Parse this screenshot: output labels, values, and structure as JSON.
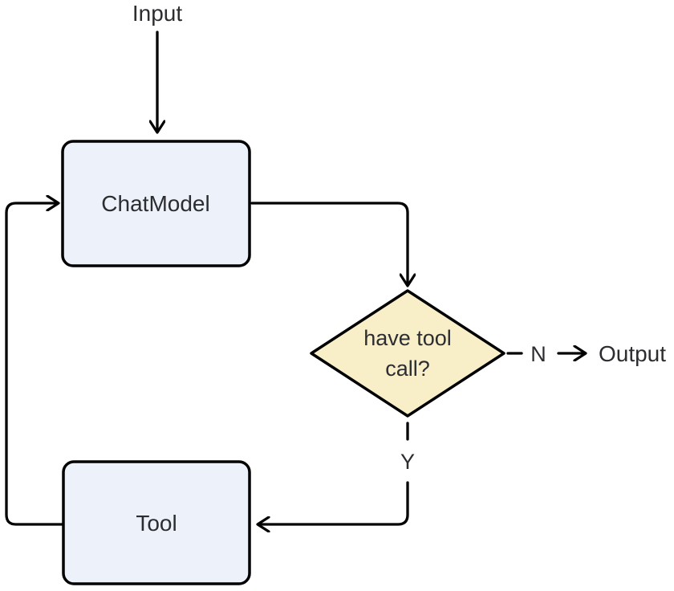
{
  "diagram": {
    "type": "flowchart",
    "terminals": {
      "input": {
        "label": "Input"
      },
      "output": {
        "label": "Output"
      }
    },
    "nodes": {
      "chat_model": {
        "label": "ChatModel",
        "shape": "rounded-rect",
        "fill": "#edf1fa"
      },
      "decision": {
        "label": "have tool call?",
        "shape": "diamond",
        "fill": "#f8eec8"
      },
      "tool": {
        "label": "Tool",
        "shape": "rounded-rect",
        "fill": "#edf1fa"
      }
    },
    "edges": [
      {
        "from": "input",
        "to": "chat_model",
        "style": "solid-arrow",
        "label": ""
      },
      {
        "from": "chat_model",
        "to": "decision",
        "style": "solid-arrow",
        "label": ""
      },
      {
        "from": "decision",
        "to": "output",
        "style": "dashed-arrow",
        "label": "N"
      },
      {
        "from": "decision",
        "to": "tool",
        "style": "dashed-arrow",
        "label": "Y"
      },
      {
        "from": "tool",
        "to": "chat_model",
        "style": "solid-arrow",
        "label": ""
      }
    ],
    "colors": {
      "background": "#ffffff",
      "stroke": "#000000",
      "text": "#2b2d31",
      "node_fill": "#edf1fa",
      "decision_fill": "#f8eec8"
    }
  }
}
